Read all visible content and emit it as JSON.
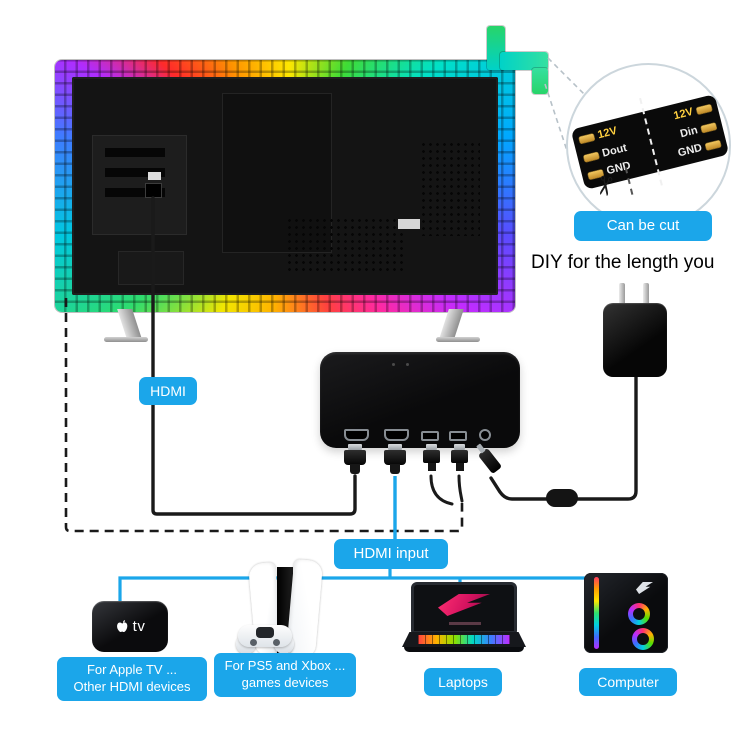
{
  "colors": {
    "accent_blue": "#1ba6ea"
  },
  "labels": {
    "can_be_cut": "Can be cut",
    "diy_line": "DIY for the length you",
    "hdmi": "HDMI",
    "hdmi_input": "HDMI input"
  },
  "magnifier": {
    "left_pads": [
      "12V",
      "Dout",
      "GND"
    ],
    "right_pads": [
      "12V",
      "Din",
      "GND"
    ]
  },
  "icons": {
    "scissors": "✂"
  },
  "apple_tv": {
    "logo_text": "tv"
  },
  "device_labels": {
    "apple_tv_line1": "For Apple TV ...",
    "apple_tv_line2": "Other HDMI devices",
    "ps5_line1": "For PS5 and Xbox ...",
    "ps5_line2": "games devices",
    "laptops": "Laptops",
    "computer": "Computer"
  }
}
